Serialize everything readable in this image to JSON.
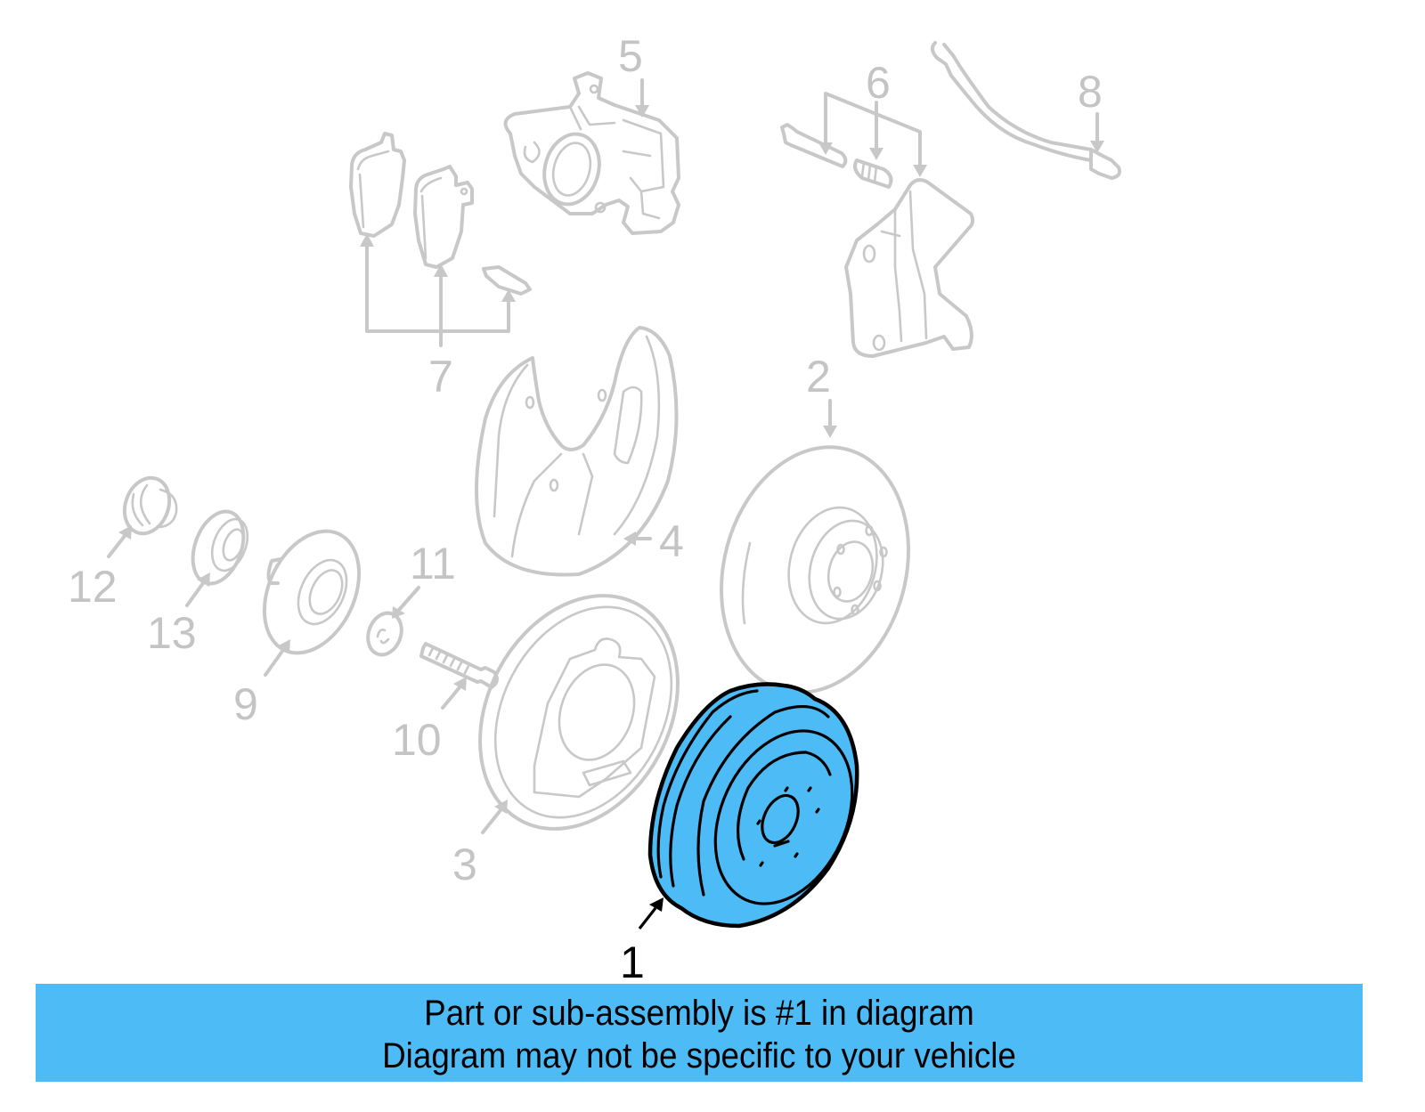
{
  "diagram": {
    "title": "Rear brake assembly exploded view",
    "highlight_color": "#4dbbf5",
    "line_color_inactive": "#c8c8c8",
    "line_color_active": "#000000",
    "highlighted_part": "1",
    "callouts": [
      {
        "number": "1",
        "part": "brake-drum",
        "highlighted": true
      },
      {
        "number": "2",
        "part": "brake-rotor",
        "highlighted": false
      },
      {
        "number": "3",
        "part": "backing-plate",
        "highlighted": false
      },
      {
        "number": "4",
        "part": "splash-shield",
        "highlighted": false
      },
      {
        "number": "5",
        "part": "caliper",
        "highlighted": false
      },
      {
        "number": "6",
        "part": "caliper-bracket-bolt-and-bushing",
        "highlighted": false
      },
      {
        "number": "7",
        "part": "brake-pads-and-clip",
        "highlighted": false
      },
      {
        "number": "8",
        "part": "brake-hose",
        "highlighted": false
      },
      {
        "number": "9",
        "part": "hub",
        "highlighted": false
      },
      {
        "number": "10",
        "part": "bolt",
        "highlighted": false
      },
      {
        "number": "11",
        "part": "nut",
        "highlighted": false
      },
      {
        "number": "12",
        "part": "dust-cap",
        "highlighted": false
      },
      {
        "number": "13",
        "part": "bearing",
        "highlighted": false
      }
    ]
  },
  "banner": {
    "line1": "Part or sub-assembly is #1 in diagram",
    "line2": "Diagram may not be specific to your vehicle"
  }
}
